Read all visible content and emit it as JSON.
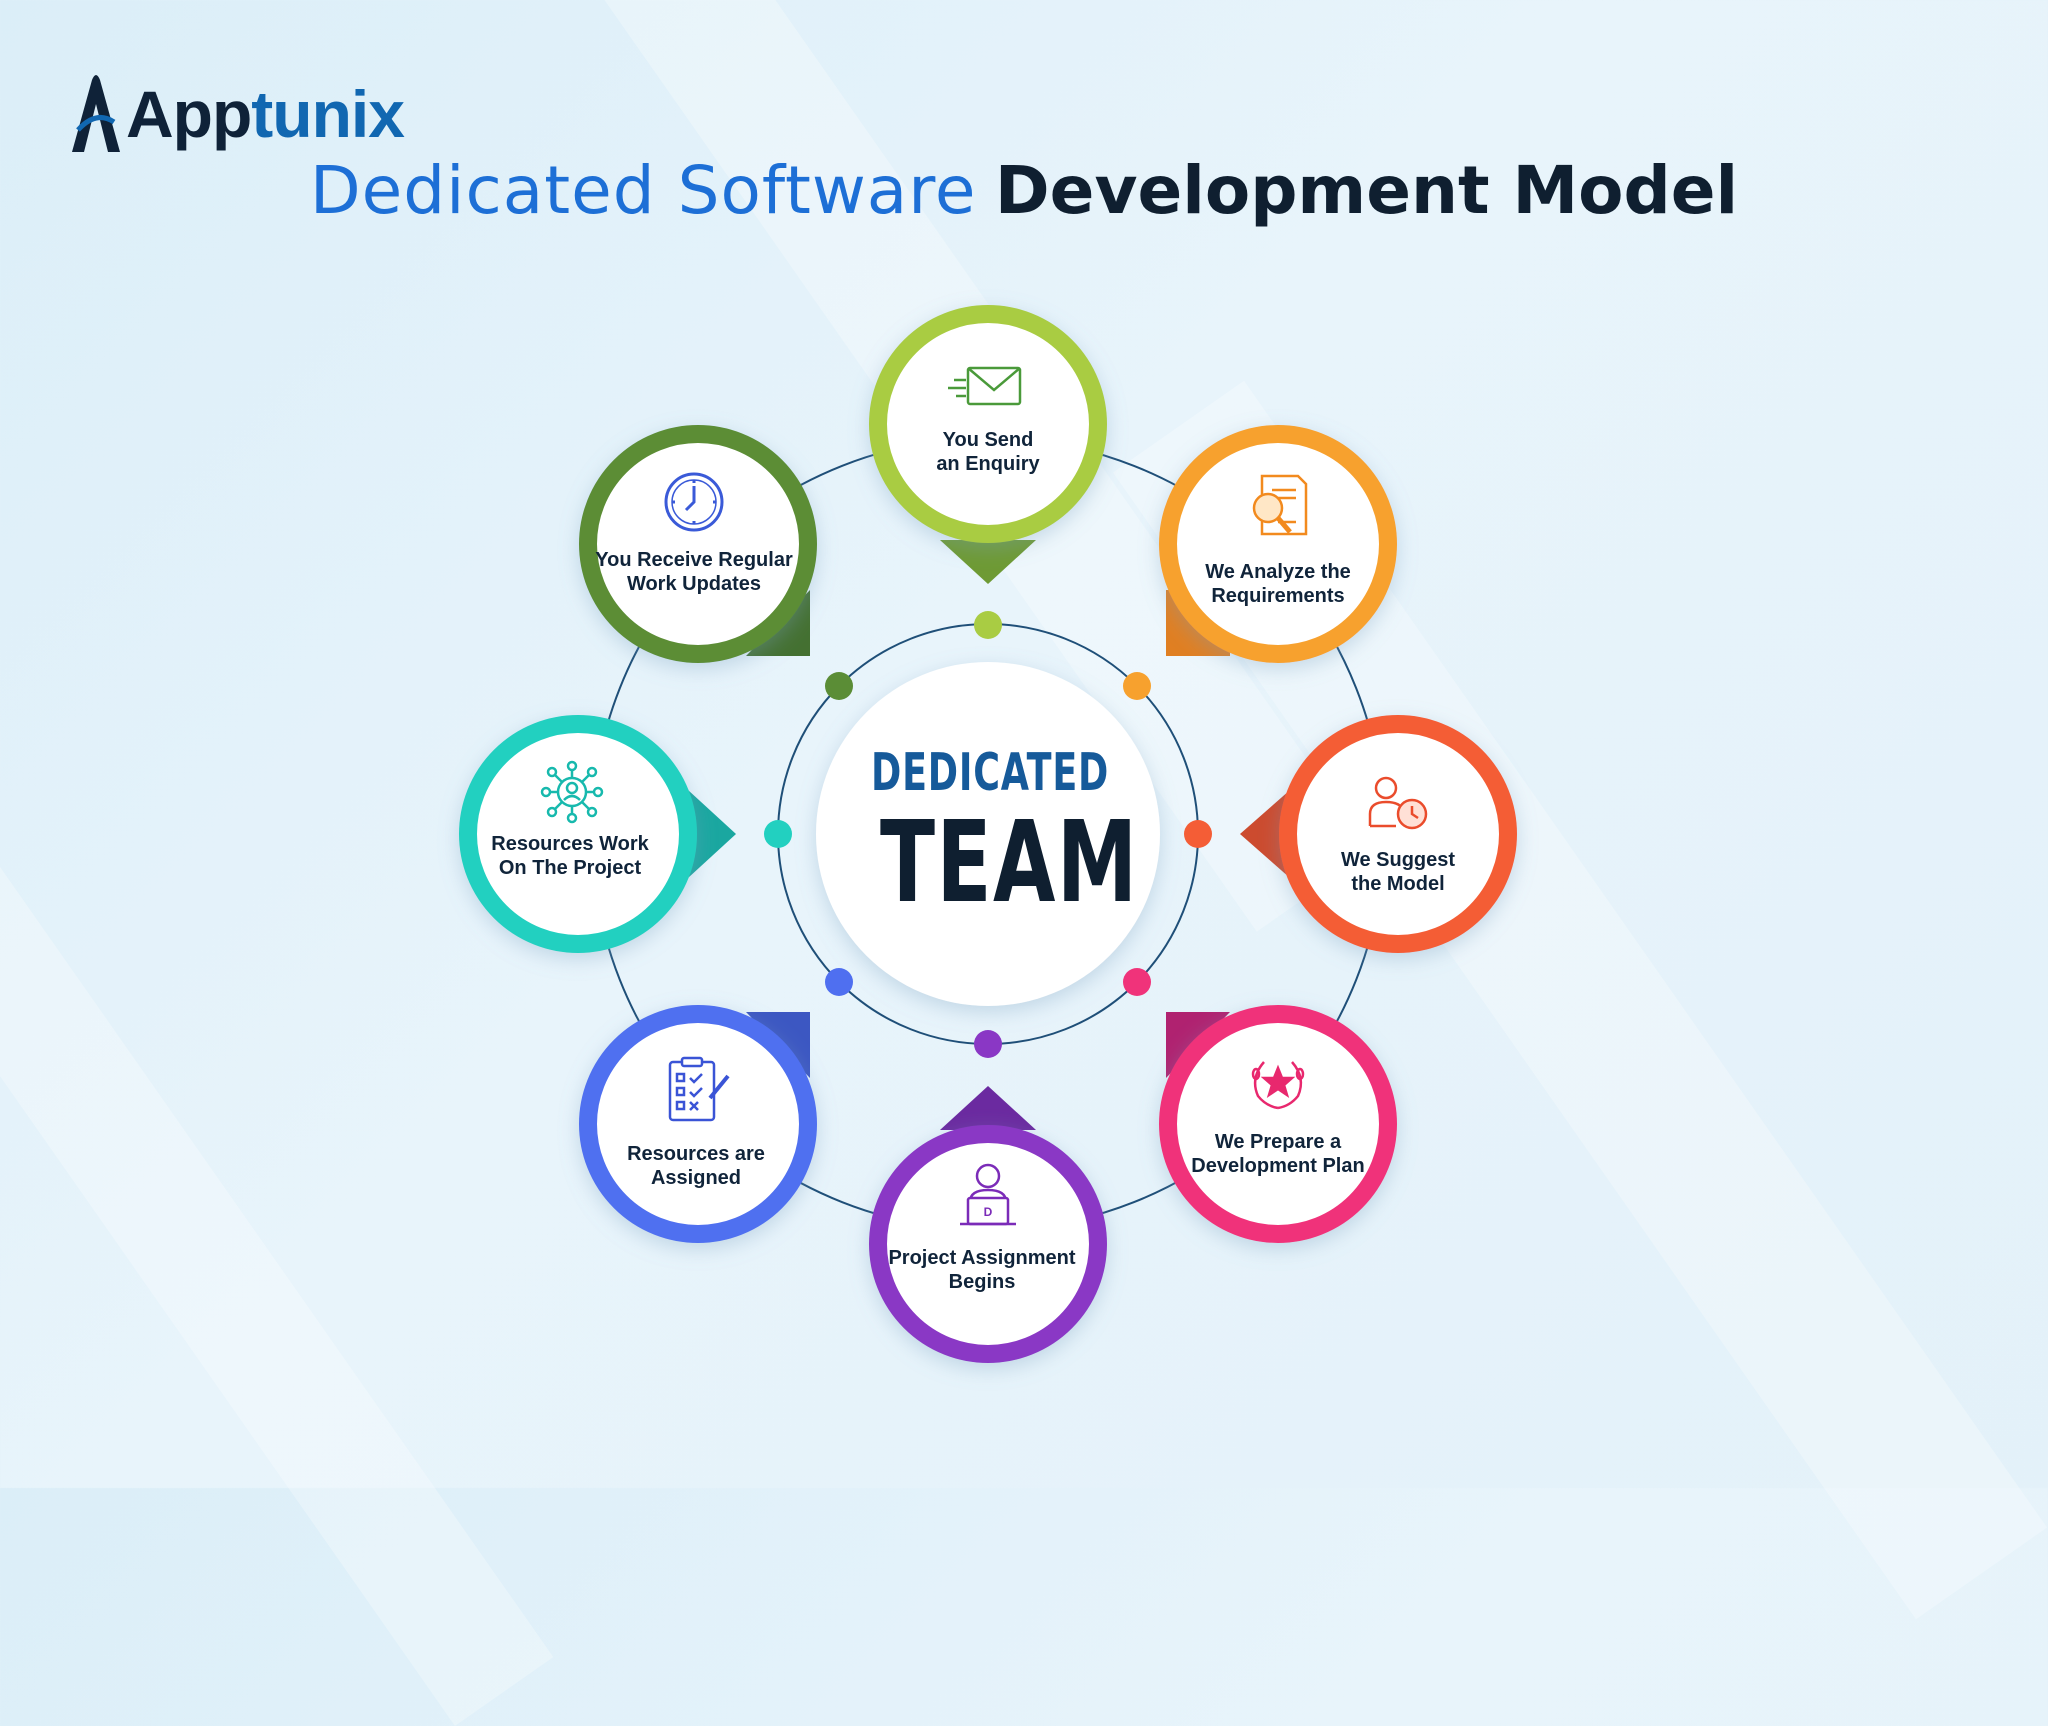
{
  "brand": {
    "logo_dark": "App",
    "logo_blue": "tunix"
  },
  "title": {
    "light": "Dedicated Software",
    "bold": "Development Model"
  },
  "center": {
    "line1": "DEDICATED",
    "line2": "TEAM"
  },
  "steps": [
    {
      "label_line1": "You Send",
      "label_line2": "an Enquiry",
      "icon": "envelope-icon",
      "color": "#a9cc43"
    },
    {
      "label_line1": "We Analyze the",
      "label_line2": "Requirements",
      "icon": "document-search-icon",
      "color": "#f7a12e"
    },
    {
      "label_line1": "We Suggest",
      "label_line2": "the Model",
      "icon": "person-clock-icon",
      "color": "#f45d36"
    },
    {
      "label_line1": "We Prepare a",
      "label_line2": "Development Plan",
      "icon": "laurel-star-icon",
      "color": "#f0337a"
    },
    {
      "label_line1": "Project Assignment",
      "label_line2": "Begins",
      "icon": "developer-laptop-icon",
      "color": "#8a37c5"
    },
    {
      "label_line1": "Resources are",
      "label_line2": "Assigned",
      "icon": "checklist-clipboard-icon",
      "color": "#4f6ff0"
    },
    {
      "label_line1": "Resources Work",
      "label_line2": "On The Project",
      "icon": "network-person-icon",
      "color": "#22d0c0"
    },
    {
      "label_line1": "You Receive Regular",
      "label_line2": "Work Updates",
      "icon": "clock-icon",
      "color": "#5b8d36"
    }
  ],
  "colors": {
    "ring_line": "#1f4f78",
    "center_blue": "#165a9a",
    "text_dark": "#10243a"
  }
}
